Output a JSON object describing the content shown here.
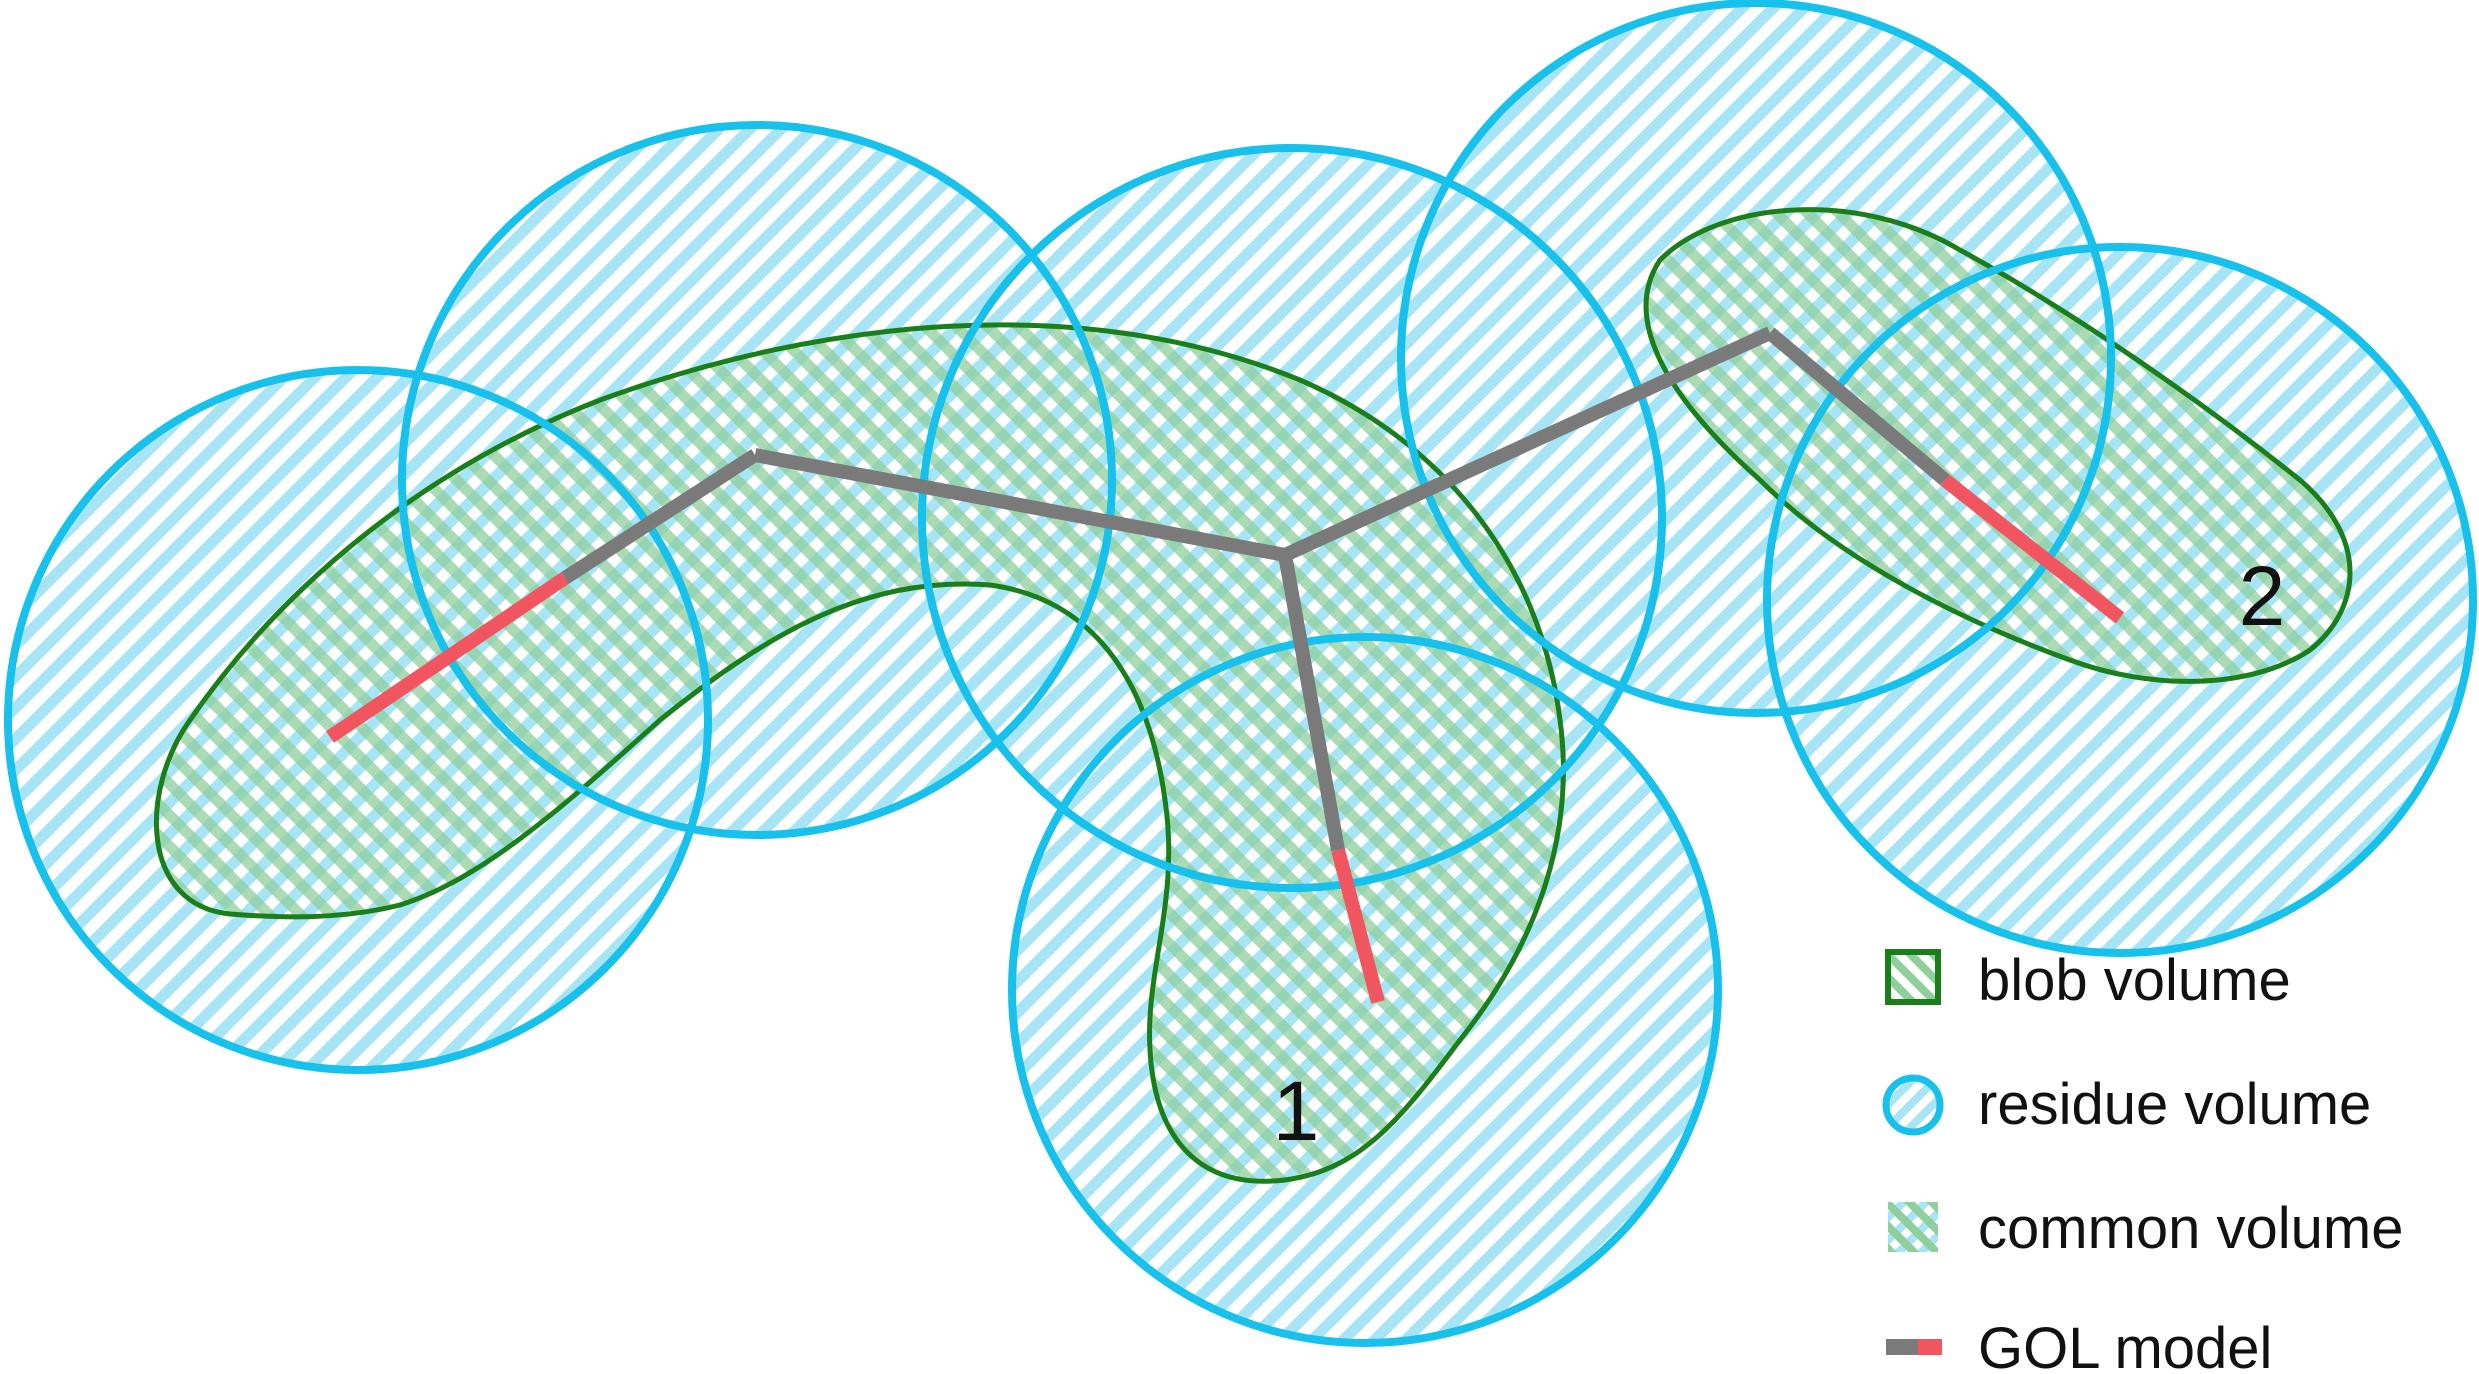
{
  "labels": {
    "region_1": "1",
    "region_2": "2"
  },
  "legend": {
    "items": [
      {
        "key": "blob",
        "label": "blob volume",
        "icon": "blob-volume-swatch-icon"
      },
      {
        "key": "residue",
        "label": "residue volume",
        "icon": "residue-volume-swatch-icon"
      },
      {
        "key": "common",
        "label": "common volume",
        "icon": "common-volume-swatch-icon"
      },
      {
        "key": "gol",
        "label": "GOL model",
        "icon": "gol-model-line-icon"
      }
    ]
  },
  "colors": {
    "residue_circle": "#17c1ec",
    "residue_hatch": "#9fe3f6",
    "blob_outline": "#1a7f1a",
    "common_hatch": "#9cd3a8",
    "gol_bond": "#7a7a7a",
    "gol_terminal": "#f05560",
    "text": "#111111"
  }
}
